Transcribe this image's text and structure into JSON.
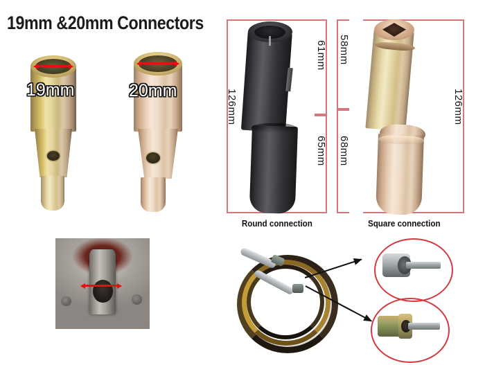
{
  "page": {
    "title": "19mm &20mm Connectors",
    "background": "#ffffff"
  },
  "colors": {
    "dimension_arrow_red": "#e60f12",
    "bracket_red": "#d4767c",
    "callout_circle_red": "#d33a3f",
    "title_black": "#1b1b1b",
    "caption_black": "#121212"
  },
  "left_panel": {
    "title": "19mm &20mm Connectors",
    "connectors": [
      {
        "name": "connector-19mm",
        "size_label": "19mm",
        "finish": "yellow-zinc-plated",
        "bore_callout": "double-headed-red-arrow"
      },
      {
        "name": "connector-20mm",
        "size_label": "20mm",
        "finish": "yellow-zinc-plated",
        "bore_callout": "double-headed-red-arrow"
      }
    ],
    "installed_photo": {
      "name": "installed-connector-photo",
      "description": "connector fitted into machine hub",
      "bore_callout": "double-headed-red-arrow"
    }
  },
  "right_panel": {
    "round": {
      "caption": "Round connection",
      "finish": "black-oxide",
      "dimensions": {
        "total": "126mm",
        "upper": "61mm",
        "lower": "65mm"
      }
    },
    "square": {
      "caption": "Square connection",
      "finish": "yellow-zinc-plated",
      "dimensions": {
        "total": "126mm",
        "upper": "58mm",
        "lower": "68mm"
      }
    }
  },
  "bottom_panel": {
    "cable": {
      "name": "coiled-cable",
      "description": "coiled drive cable with end fittings"
    },
    "callouts": [
      {
        "name": "callout-upper-fitting",
        "description": "silver round end fitting, circled in red"
      },
      {
        "name": "callout-lower-fitting",
        "description": "zinc-plated end fitting, circled in red"
      }
    ],
    "arrows": [
      {
        "name": "arrow-to-upper-callout"
      },
      {
        "name": "arrow-to-lower-callout"
      }
    ]
  }
}
